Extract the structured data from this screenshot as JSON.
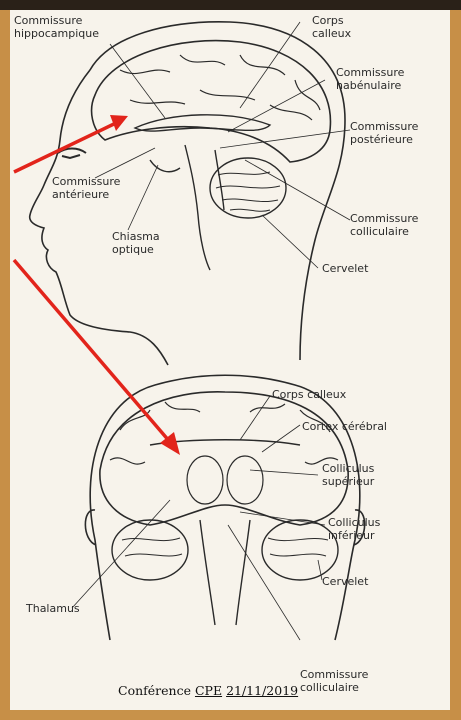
{
  "labels": {
    "commissure_hippocampique": "Commissure hippocampique",
    "corps_calleux_top": "Corps calleux",
    "commissure_habenulaire": "Commissure habénulaire",
    "commissure_posterieure": "Commissure postérieure",
    "commissure_anterieure": "Commissure antérieure",
    "chiasma_optique": "Chiasma optique",
    "commissure_colliculaire_top": "Commissure colliculaire",
    "cervelet_top": "Cervelet",
    "corps_calleux_bottom": "Corps calleux",
    "cortex_cerebral": "Cortex cérébral",
    "colliculus_superieur": "Colliculus supérieur",
    "colliculus_inferieur": "Colliculus inférieur",
    "cervelet_bottom": "Cervelet",
    "thalamus": "Thalamus",
    "commissure_colliculaire_bottom": "Commissure colliculaire"
  },
  "footer": {
    "text_prefix": "Conférence ",
    "text_underlined": "CPE",
    "text_space": " ",
    "date": "21/11/2019"
  },
  "colors": {
    "background": "#c8924a",
    "panel": "#f7f3eb",
    "arrow": "#e2241b",
    "ink": "#2a2a2a"
  }
}
